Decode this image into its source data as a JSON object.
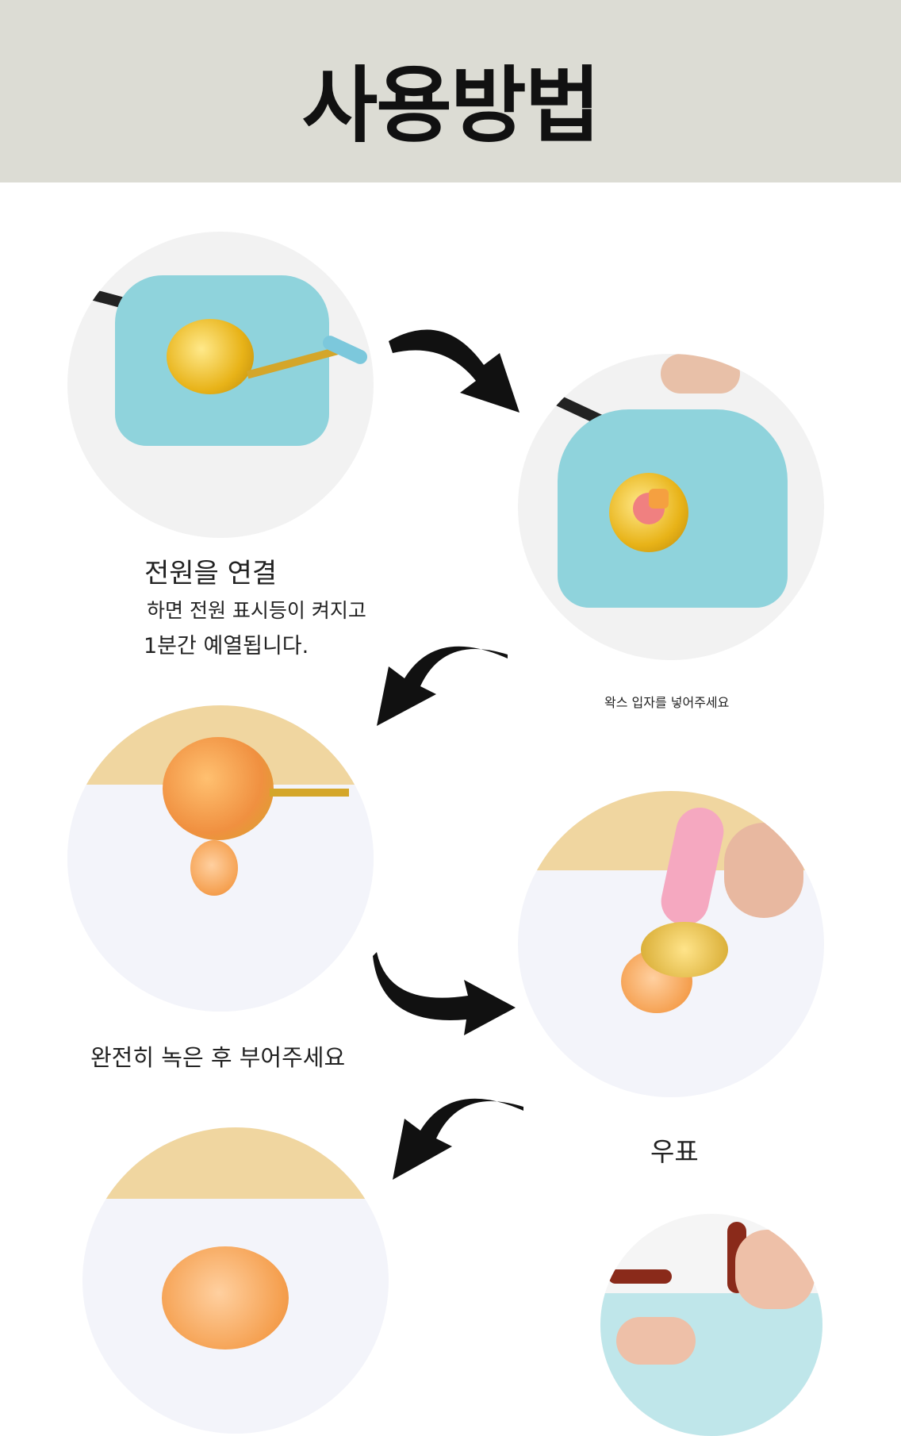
{
  "header": {
    "title": "사용방법",
    "background": "#dcdcd4"
  },
  "steps": {
    "step1": {
      "title": "전원을 연결",
      "line2": "하면 전원 표시등이 켜지고",
      "line3": "1분간 예열됩니다."
    },
    "step2": {
      "caption": "왁스 입자를 넣어주세요"
    },
    "step3": {
      "caption": "완전히 녹은 후 부어주세요"
    },
    "step4": {
      "caption": "우표"
    }
  }
}
